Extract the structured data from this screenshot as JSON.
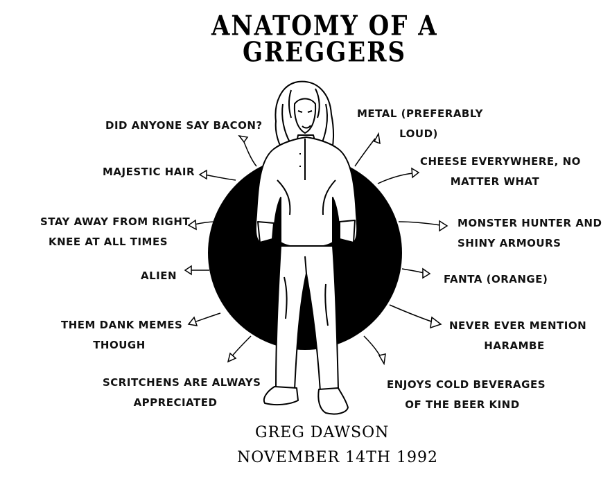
{
  "title": {
    "line1": "ANATOMY OF A",
    "line2": "GREGGERS"
  },
  "annotations": {
    "bacon": "DID ANYONE SAY BACON?",
    "hair": "MAJESTIC HAIR",
    "knee_line1": "STAY AWAY FROM RIGHT",
    "knee_line2": "KNEE AT ALL TIMES",
    "alien": "ALIEN",
    "memes_line1": "THEM DANK MEMES",
    "memes_line2": "THOUGH",
    "scritchens_line1": "SCRITCHENS ARE ALWAYS",
    "scritchens_line2": "APPRECIATED",
    "metal_line1": "METAL (PREFERABLY",
    "metal_line2": "LOUD)",
    "cheese_line1": "CHEESE EVERYWHERE, NO",
    "cheese_line2": "MATTER WHAT",
    "monster_line1": "MONSTER HUNTER AND",
    "monster_line2": "SHINY ARMOURS",
    "fanta": "FANTA (ORANGE)",
    "harambe_line1": "NEVER EVER MENTION",
    "harambe_line2": "HARAMBE",
    "beer_line1": "ENJOYS COLD BEVERAGES",
    "beer_line2": "OF THE BEER KIND"
  },
  "caption": {
    "name": "GREG DAWSON",
    "date": "NOVEMBER 14TH 1992"
  },
  "colors": {
    "ink": "#000000",
    "paper": "#ffffff",
    "disc": "#000000"
  }
}
